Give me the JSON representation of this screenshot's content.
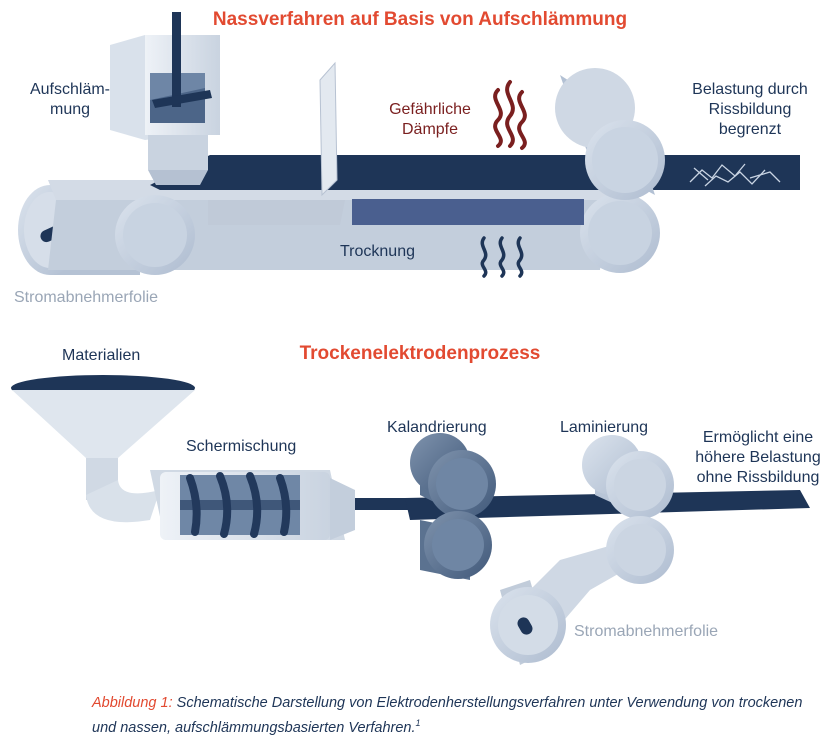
{
  "wet": {
    "title": "Nassverfahren auf Basis von Aufschlämmung",
    "slurry_line1": "Aufschläm-",
    "slurry_line2": "mung",
    "fumes_line1": "Gefährliche",
    "fumes_line2": "Dämpfe",
    "cracking_line1": "Belastung durch",
    "cracking_line2": "Rissbildung",
    "cracking_line3": "begrenzt",
    "drying": "Trocknung",
    "foil": "Stromabnehmerfolie"
  },
  "dry": {
    "title": "Trockenelektrodenprozess",
    "materials": "Materialien",
    "shear_mixing": "Schermischung",
    "calendering": "Kalandrierung",
    "lamination": "Laminierung",
    "benefit_line1": "Ermöglicht eine",
    "benefit_line2": "höhere Belastung",
    "benefit_line3": "ohne Rissbildung",
    "foil": "Stromabnehmerfolie"
  },
  "caption": {
    "lead": "Abbildung 1:",
    "text": " Schematische Darstellung von Elektrodenherstellungsverfahren unter Verwendung von trockenen und nassen, aufschlämmungsbasierten Verfahren.",
    "ref": "1"
  },
  "colors": {
    "title": "#e24a31",
    "navy": "#1e3557",
    "roller": "#c5d1e0",
    "dark_roller": "#5b7290",
    "fumes": "#7a1f1f",
    "label_gray": "#9aa6b6"
  }
}
